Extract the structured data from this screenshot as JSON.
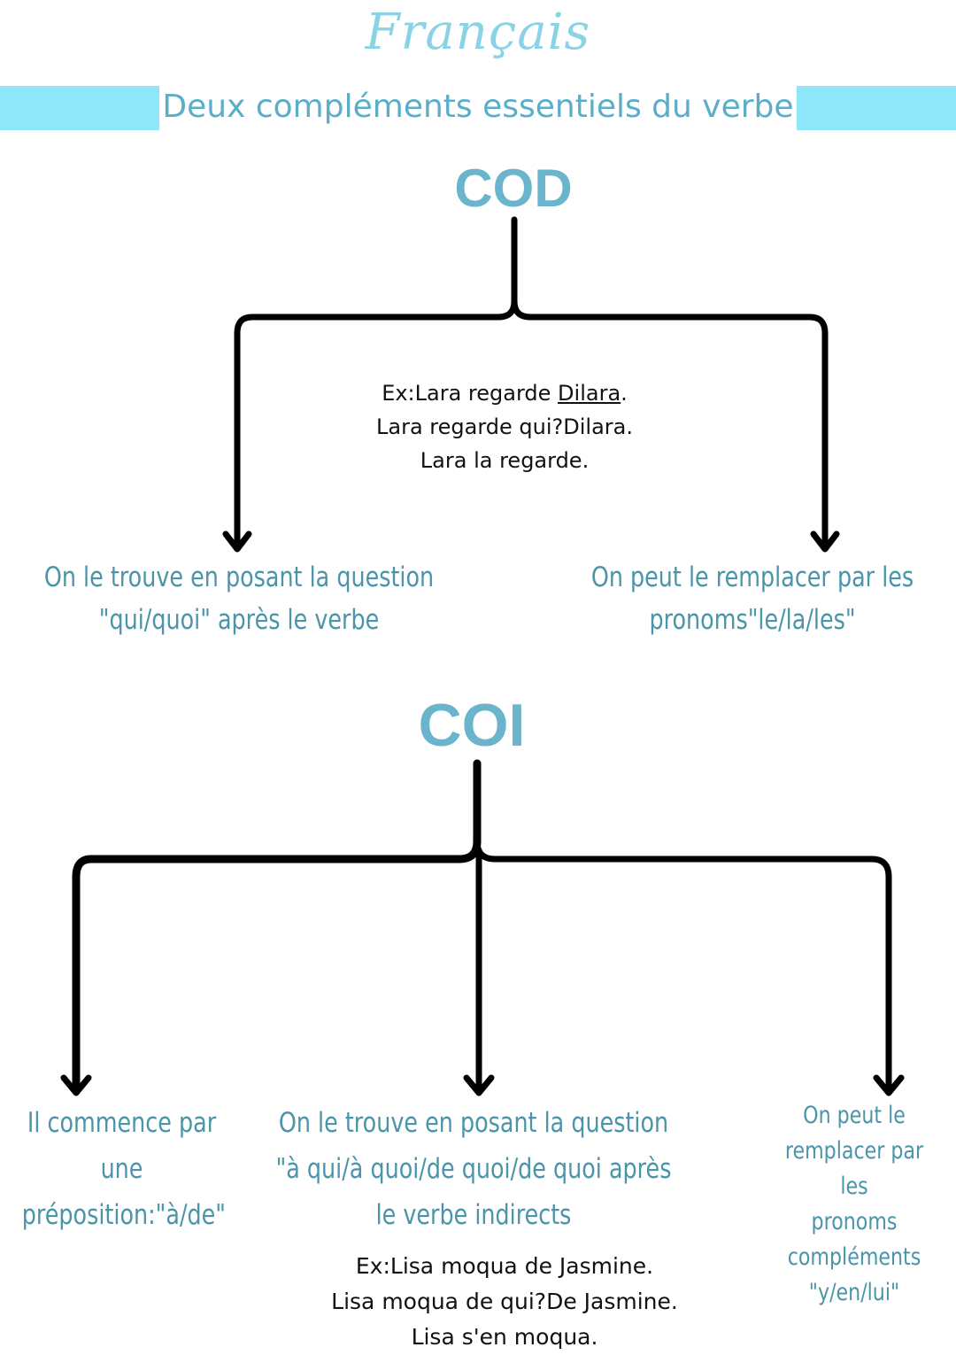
{
  "header": {
    "title": "Français",
    "subtitle": "Deux compléments essentiels du verbe",
    "band_color": "#8ee6f8"
  },
  "cod": {
    "heading": "COD",
    "example": {
      "prefix": "Ex:Lara regarde ",
      "underlined": "Dilara",
      "suffix": ".",
      "line2": "Lara regarde qui?Dilara.",
      "line3": "Lara la regarde."
    },
    "left_note": {
      "line1": "On le trouve en posant la question",
      "line2": "\"qui/quoi\" après le verbe"
    },
    "right_note": {
      "line1": "On peut le remplacer par les",
      "line2": "pronoms\"le/la/les\""
    }
  },
  "coi": {
    "heading": "COI",
    "left_note": {
      "line1": "Il commence par",
      "line2": "une",
      "line3": "préposition:\"à/de\""
    },
    "middle_note": {
      "line1": "On le trouve en posant la question",
      "line2": "\"à qui/à quoi/de quoi/de quoi après",
      "line3": "le verbe indirects"
    },
    "right_note": {
      "line1": "On peut le",
      "line2": "remplacer par les",
      "line3": "pronoms",
      "line4": "compléments",
      "line5": "\"y/en/lui\""
    },
    "example": {
      "line1": "Ex:Lisa moqua de Jasmine.",
      "line2": "Lisa moqua de qui?De Jasmine.",
      "line3": "Lisa s'en moqua."
    }
  },
  "colors": {
    "heading": "#6ab4cc",
    "note_text": "#4a95a9",
    "arrow": "#000000"
  }
}
